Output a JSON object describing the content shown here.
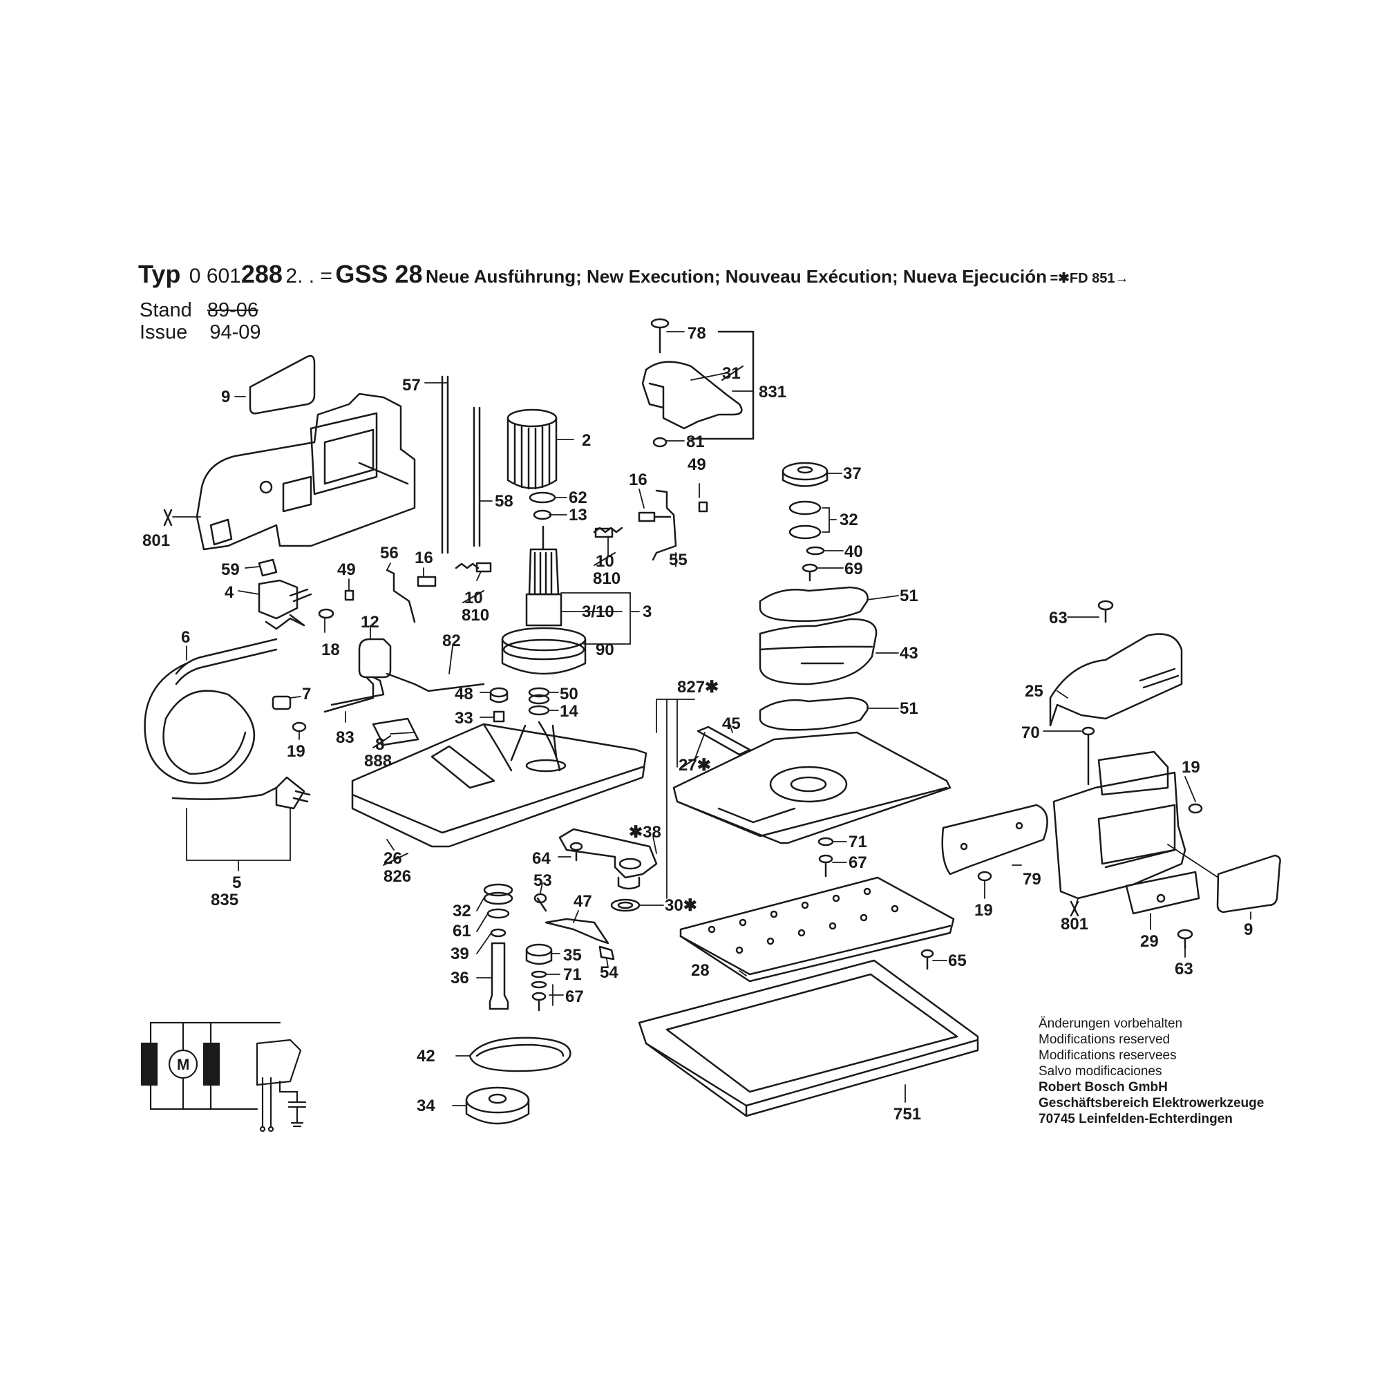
{
  "header": {
    "typ_word": "Typ",
    "typ_number_prefix": "0 601",
    "typ_number_bold": "288",
    "typ_suffix": "2. . =",
    "model": "GSS 28",
    "execution_text": "Neue Ausführung; New Execution; Nouveau Exécution; Nueva Ejecución",
    "fd_marker": "=✱FD 851→",
    "stand_label": "Stand",
    "stand_value": "89-06",
    "issue_label": "Issue",
    "issue_value": "94-09"
  },
  "notes": {
    "line1": "Änderungen vorbehalten",
    "line2": "Modifications reserved",
    "line3": "Modifications reservees",
    "line4": "Salvo modificaciones",
    "company": "Robert Bosch GmbH",
    "division": "Geschäftsbereich Elektrowerkzeuge",
    "address": "70745 Leinfelden-Echterdingen"
  },
  "schematic": {
    "motor_label": "M"
  },
  "callouts": {
    "c9a": "9",
    "c57": "57",
    "c2": "2",
    "c78": "78",
    "c31": "31",
    "c831": "831",
    "c81": "81",
    "c58": "58",
    "c62": "62",
    "c13": "13",
    "c16a": "16",
    "c49a": "49",
    "c801a": "801",
    "c59": "59",
    "c4": "4",
    "c18": "18",
    "c56": "56",
    "c16b": "16",
    "c49b": "49",
    "c10a": "10",
    "c810a": "810",
    "c10b": "10",
    "c810b": "810",
    "c55": "55",
    "c3": "3",
    "c310": "3/10",
    "c90": "90",
    "c12": "12",
    "c82": "82",
    "c37": "37",
    "c32a": "32",
    "c40": "40",
    "c69": "69",
    "c51a": "51",
    "c43": "43",
    "c51b": "51",
    "c6": "6",
    "c7": "7",
    "c19a": "19",
    "c48": "48",
    "c33": "33",
    "c50": "50",
    "c14": "14",
    "c83": "83",
    "c8": "8",
    "c888": "888",
    "c827": "827✱",
    "c45": "45",
    "c27": "27✱",
    "c63a": "63",
    "c25": "25",
    "c70": "70",
    "c19b": "19",
    "c38": "✱38",
    "c71a": "71",
    "c67a": "67",
    "c26": "26",
    "c826": "826",
    "c5": "5",
    "c835": "835",
    "c64": "64",
    "c30": "30✱",
    "c53": "53",
    "c47": "47",
    "c32b": "32",
    "c61": "61",
    "c39": "39",
    "c35": "35",
    "c71b": "71",
    "c36": "36",
    "c67b": "67",
    "c54": "54",
    "c79": "79",
    "c19c": "19",
    "c801b": "801",
    "c29": "29",
    "c63b": "63",
    "c9b": "9",
    "c65": "65",
    "c28": "28",
    "c42": "42",
    "c34": "34",
    "c751": "751"
  }
}
